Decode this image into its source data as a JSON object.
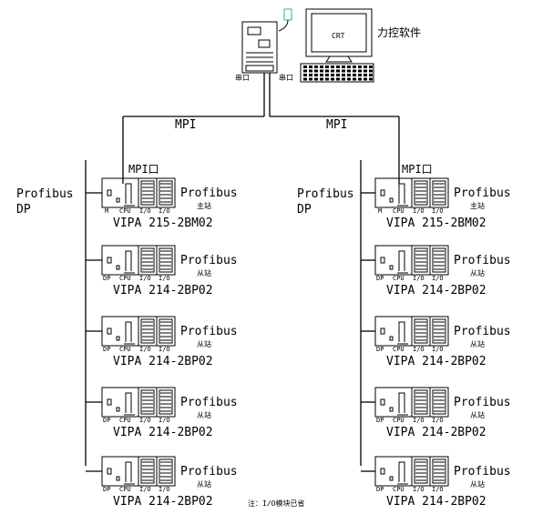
{
  "top": {
    "software_label": "力控软件",
    "crt_label": "CRT",
    "serial_left": "串口",
    "serial_right": "串口",
    "mpi_left": "MPI",
    "mpi_right": "MPI"
  },
  "left_branch": {
    "network": "Profibus",
    "network_sub": "DP",
    "mpi_port": "MPI口",
    "master": {
      "slots": [
        "M",
        "CPU",
        "I/O",
        "I/O"
      ],
      "role_net": "Profibus",
      "role": "主站",
      "model": "VIPA 215-2BM02"
    },
    "slaves": [
      {
        "slots": [
          "DP",
          "CPU",
          "I/O",
          "I/O"
        ],
        "role_net": "Profibus",
        "role": "从站",
        "model": "VIPA 214-2BP02"
      },
      {
        "slots": [
          "DP",
          "CPU",
          "I/O",
          "I/O"
        ],
        "role_net": "Profibus",
        "role": "从站",
        "model": "VIPA 214-2BP02"
      },
      {
        "slots": [
          "DP",
          "CPU",
          "I/O",
          "I/O"
        ],
        "role_net": "Profibus",
        "role": "从站",
        "model": "VIPA 214-2BP02"
      },
      {
        "slots": [
          "DP",
          "CPU",
          "I/O",
          "I/O"
        ],
        "role_net": "Profibus",
        "role": "从站",
        "model": "VIPA 214-2BP02"
      }
    ]
  },
  "right_branch": {
    "network": "Profibus",
    "network_sub": "DP",
    "mpi_port": "MPI口",
    "master": {
      "slots": [
        "M",
        "CPU",
        "I/O",
        "I/O"
      ],
      "role_net": "Profibus",
      "role": "主站",
      "model": "VIPA 215-2BM02"
    },
    "slaves": [
      {
        "slots": [
          "DP",
          "CPU",
          "I/O",
          "I/O"
        ],
        "role_net": "Profibus",
        "role": "从站",
        "model": "VIPA 214-2BP02"
      },
      {
        "slots": [
          "DP",
          "CPU",
          "I/O",
          "I/O"
        ],
        "role_net": "Profibus",
        "role": "从站",
        "model": "VIPA 214-2BP02"
      },
      {
        "slots": [
          "DP",
          "CPU",
          "I/O",
          "I/O"
        ],
        "role_net": "Profibus",
        "role": "从站",
        "model": "VIPA 214-2BP02"
      },
      {
        "slots": [
          "DP",
          "CPU",
          "I/O",
          "I/O"
        ],
        "role_net": "Profibus",
        "role": "从站",
        "model": "VIPA 214-2BP02"
      }
    ]
  },
  "footnote": "注：I/O模块已省"
}
